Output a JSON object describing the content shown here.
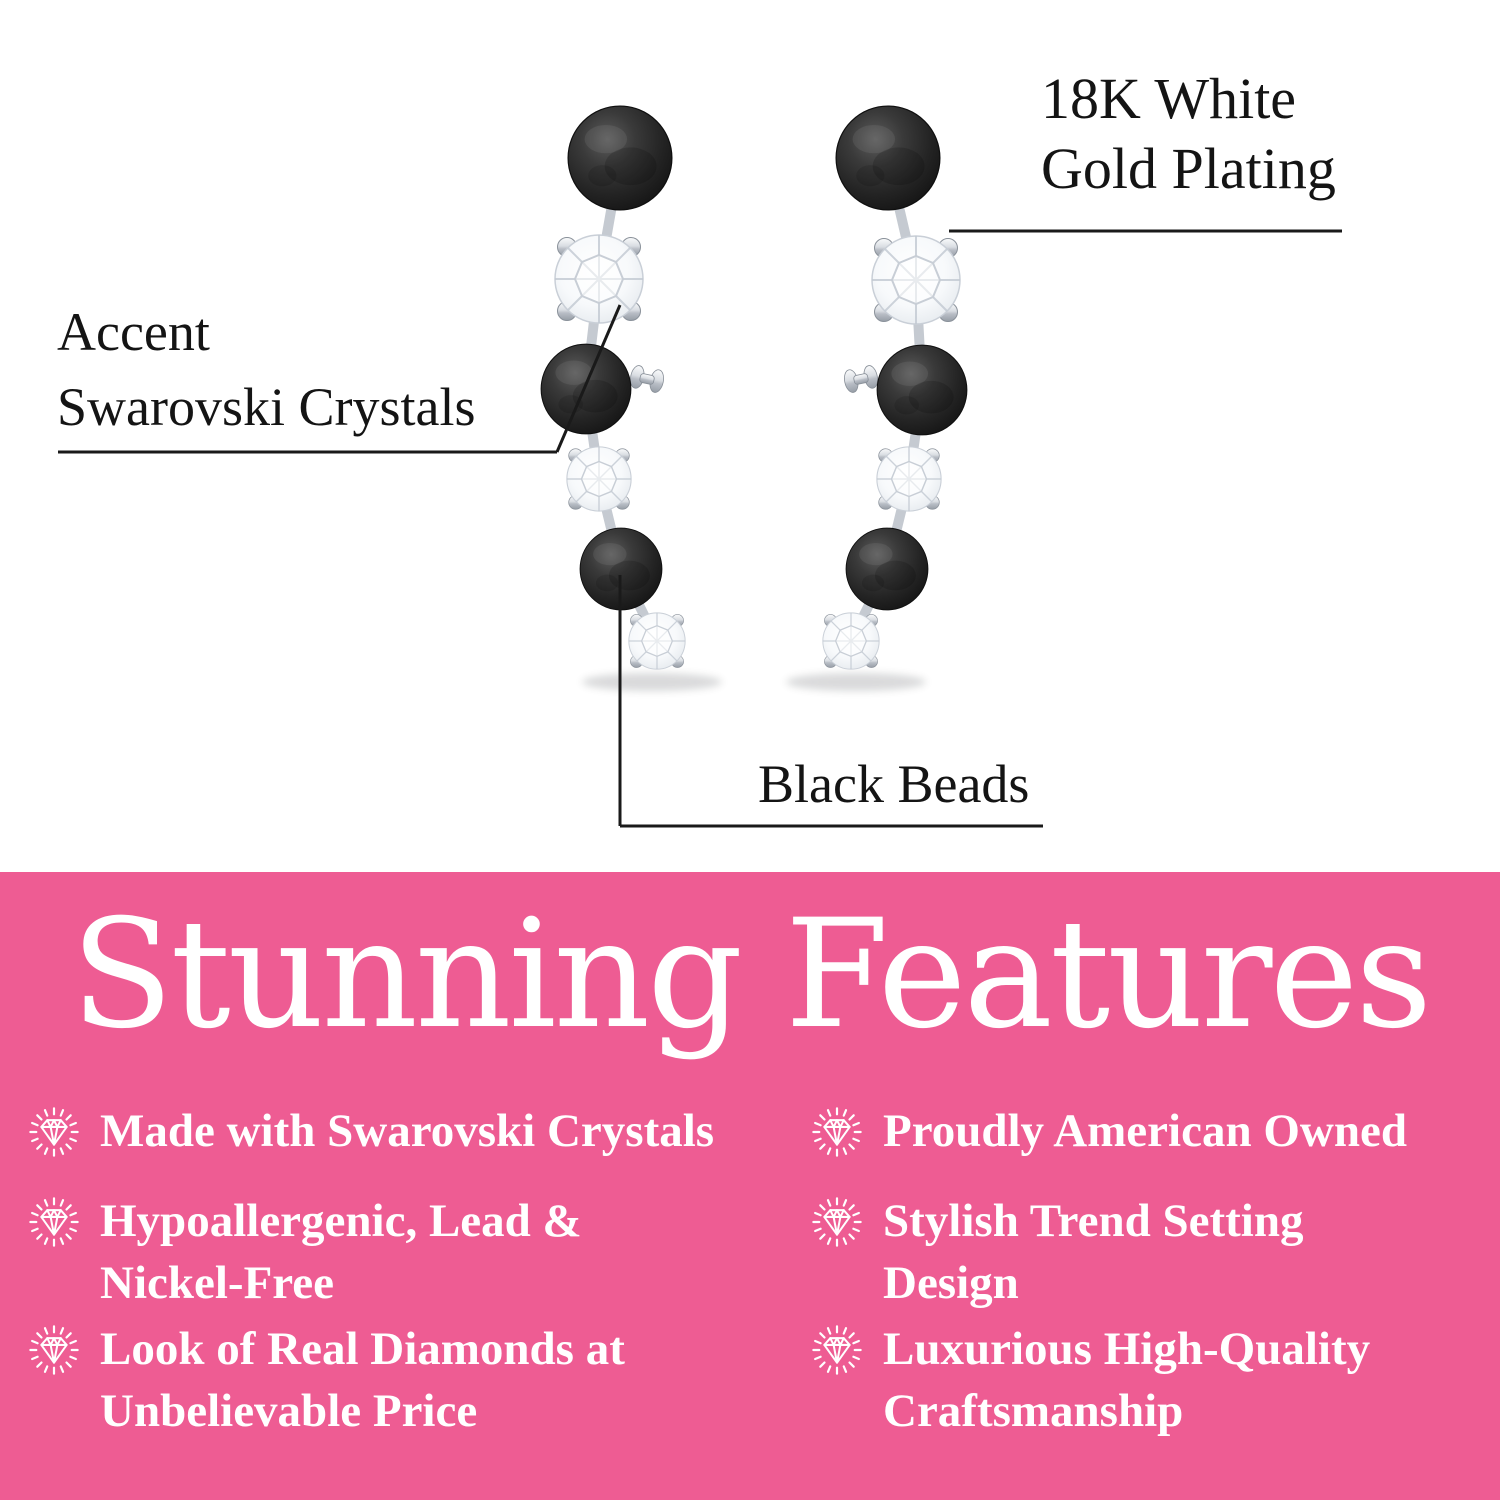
{
  "hero": {
    "callouts": {
      "gold": {
        "lines": [
          "18K White",
          "Gold Plating"
        ]
      },
      "accent": {
        "lines": [
          "Accent",
          "Swarovski Crystals"
        ]
      },
      "beads": {
        "lines": [
          "Black Beads"
        ]
      }
    },
    "subject": "pair of ear-climber earrings with alternating black beads and clear round crystals"
  },
  "features": {
    "title": "Stunning Features",
    "accent_color": "#EE5C93",
    "icon": "sparkling-diamond-icon",
    "left": [
      {
        "lines": [
          "Made with Swarovski Crystals",
          ""
        ]
      },
      {
        "lines": [
          "Hypoallergenic, Lead &",
          "Nickel-Free"
        ]
      },
      {
        "lines": [
          "Look of Real Diamonds at",
          "Unbelievable Price"
        ]
      }
    ],
    "right": [
      {
        "lines": [
          "Proudly American Owned",
          ""
        ]
      },
      {
        "lines": [
          "Stylish Trend Setting",
          "Design"
        ]
      },
      {
        "lines": [
          "Luxurious High-Quality",
          "Craftsmanship"
        ]
      }
    ]
  }
}
